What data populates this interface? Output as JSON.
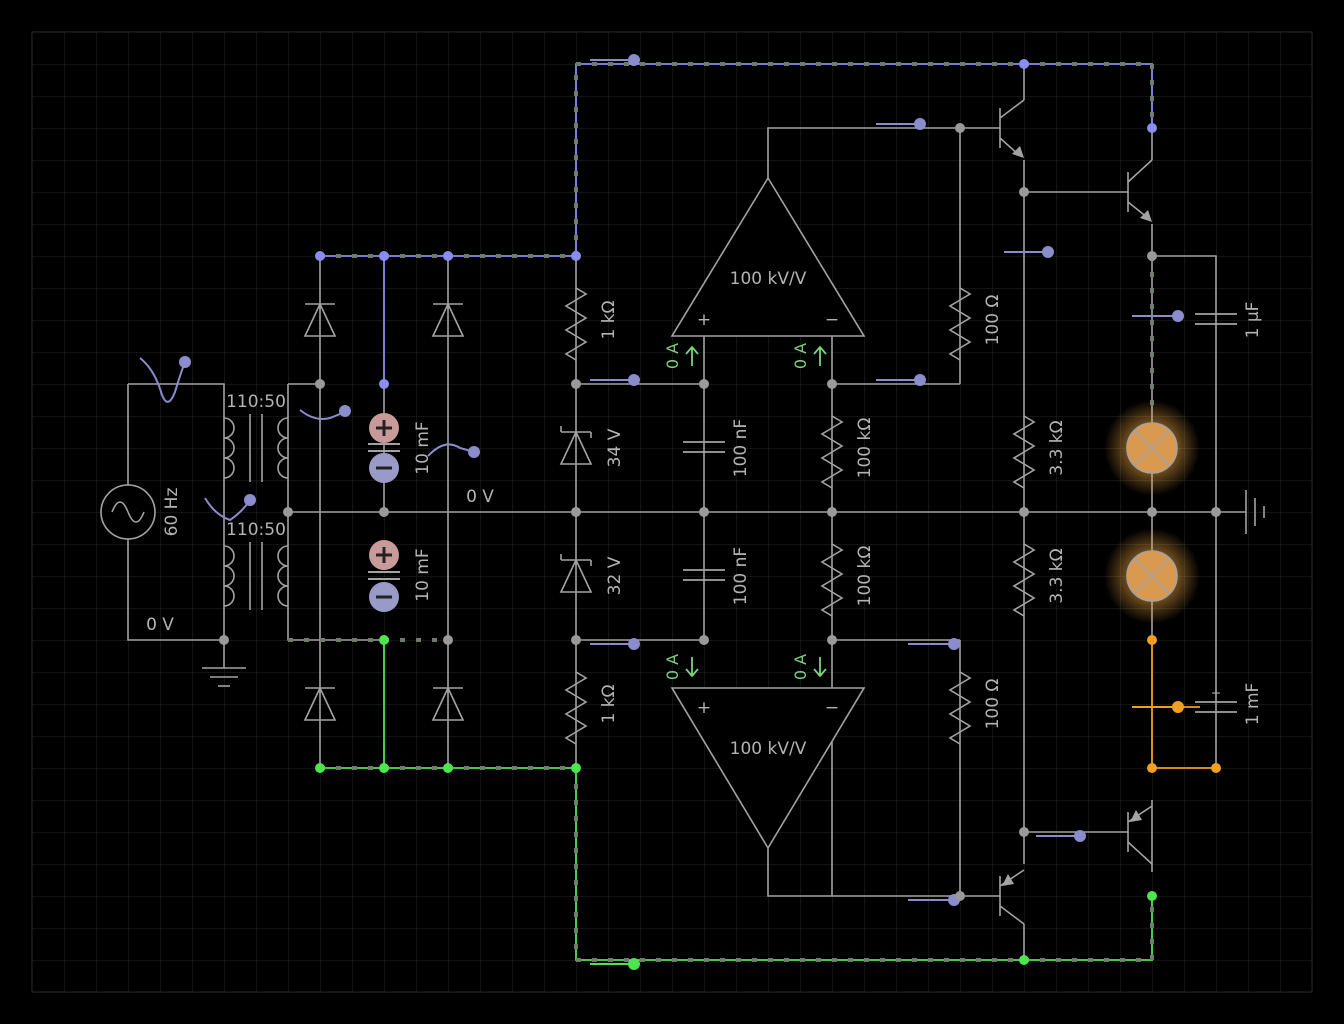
{
  "colors": {
    "background": "#000000",
    "grid": "#262626",
    "wire": "#a3a3a3",
    "positive_rail": "#8a8cf0",
    "negative_rail": "#4fe34f",
    "lamp_net": "#f0a020",
    "current_label": "#7fcf7f",
    "capacitor_plus": "#c99a9a",
    "capacitor_minus": "#9a9ac9",
    "lamp_glow": "#f2b04a"
  },
  "labels": {
    "source_freq": "60 Hz",
    "transformer_top": "110:50",
    "transformer_bottom": "110:50",
    "source_voltage": "0 V",
    "center_voltage": "0 V",
    "cap_top": "10 mF",
    "cap_bottom": "10 mF",
    "zener_top": "34 V",
    "zener_bottom": "32 V",
    "res_top_1k": "1 kΩ",
    "res_bottom_1k": "1 kΩ",
    "cap_nf_top": "100 nF",
    "cap_nf_bottom": "100 nF",
    "res_100k_top": "100 kΩ",
    "res_100k_bottom": "100 kΩ",
    "res_100_top": "100 Ω",
    "res_100_bottom": "100 Ω",
    "res_33k_top": "3.3 kΩ",
    "res_33k_bottom": "3.3 kΩ",
    "cap_uf": "1 µF",
    "cap_mf": "1 mF",
    "opamp_top_gain": "100 kV/V",
    "opamp_bottom_gain": "100 kV/V",
    "plus_sign": "+",
    "minus_sign": "−",
    "current_top_plus": "0 A",
    "current_top_minus": "0 A",
    "current_bottom_plus": "0 A",
    "current_bottom_minus": "0 A"
  }
}
